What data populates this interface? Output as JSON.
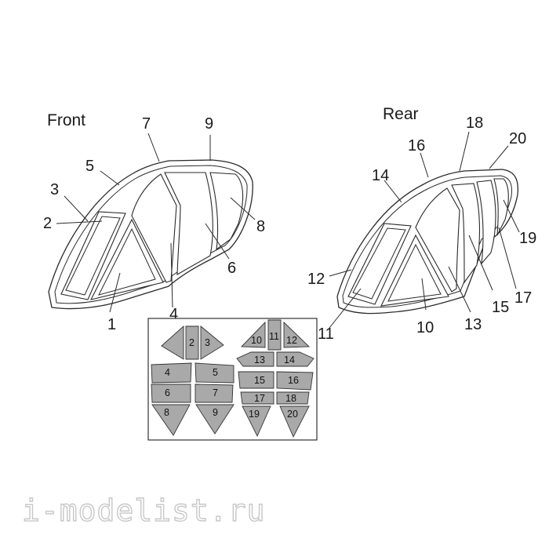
{
  "front": {
    "title": "Front",
    "labels": [
      "1",
      "2",
      "3",
      "4",
      "5",
      "6",
      "7",
      "8",
      "9"
    ]
  },
  "rear": {
    "title": "Rear",
    "labels": [
      "10",
      "11",
      "12",
      "13",
      "14",
      "15",
      "16",
      "17",
      "18",
      "19",
      "20"
    ]
  },
  "masks": [
    "2",
    "3",
    "4",
    "5",
    "6",
    "7",
    "8",
    "9",
    "10",
    "11",
    "12",
    "13",
    "14",
    "15",
    "16",
    "17",
    "18",
    "19",
    "20"
  ],
  "watermark": "i-modelist.ru"
}
